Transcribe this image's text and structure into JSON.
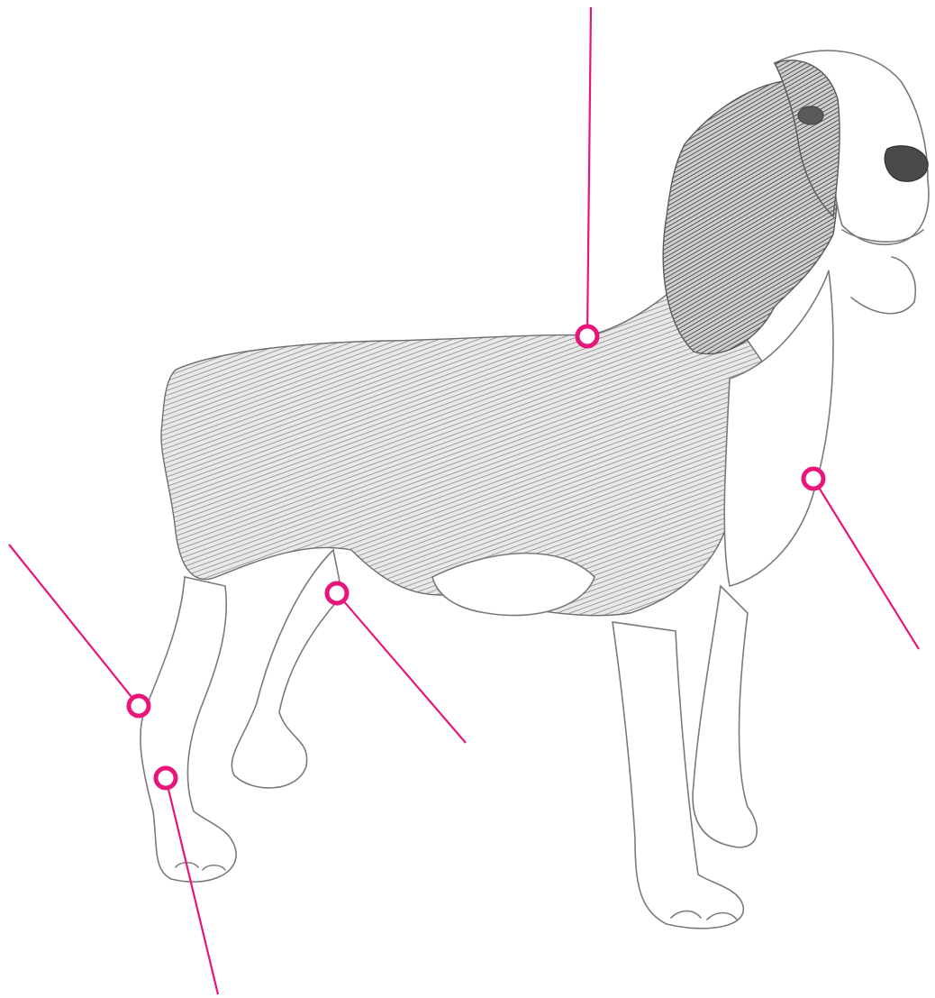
{
  "diagram": {
    "subject_icon": "springer-spaniel-sketch-icon",
    "colors": {
      "accent": "#e8157a",
      "sketch": "#7a7a7a",
      "background": "#ffffff"
    },
    "hotspots": [
      {
        "id": "shoulder"
      },
      {
        "id": "chest"
      },
      {
        "id": "stifle"
      },
      {
        "id": "hock"
      },
      {
        "id": "rear-pastern"
      }
    ]
  }
}
